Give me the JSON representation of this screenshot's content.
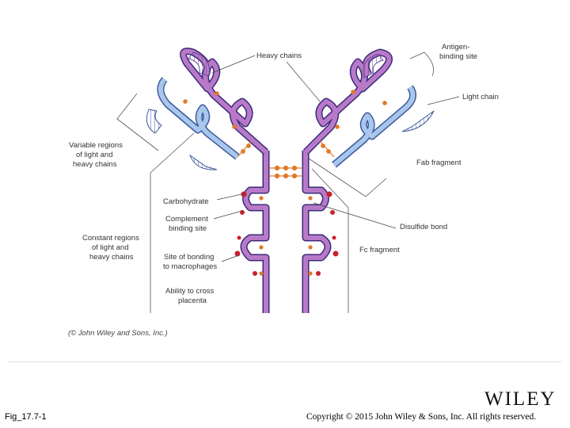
{
  "labels": {
    "heavy_chains": "Heavy chains",
    "antigen_binding_1": "Antigen-",
    "antigen_binding_2": "binding site",
    "light_chain": "Light chain",
    "variable_1": "Variable regions",
    "variable_2": "of light and",
    "variable_3": "heavy chains",
    "fab_fragment": "Fab fragment",
    "carbohydrate": "Carbohydrate",
    "complement_1": "Complement",
    "complement_2": "binding site",
    "disulfide_bond": "Disulfide bond",
    "constant_1": "Constant regions",
    "constant_2": "of light and",
    "constant_3": "heavy chains",
    "fc_fragment": "Fc fragment",
    "macrophage_1": "Site of bonding",
    "macrophage_2": "to macrophages",
    "placenta_1": "Ability to cross",
    "placenta_2": "placenta"
  },
  "credit": "(© John Wiley and Sons, Inc.)",
  "footer": {
    "figure_id": "Fig_17.7-1",
    "copyright": "Copyright © 2015 John Wiley & Sons, Inc. All rights reserved.",
    "logo": "WILEY"
  },
  "colors": {
    "heavy_chain": "#b87ac8",
    "heavy_outline": "#3b2a7a",
    "light_chain": "#a9c6ec",
    "light_outline": "#3c5a9a",
    "disulfide": "#e07a2a",
    "carbohydrate": "#c8202e"
  }
}
